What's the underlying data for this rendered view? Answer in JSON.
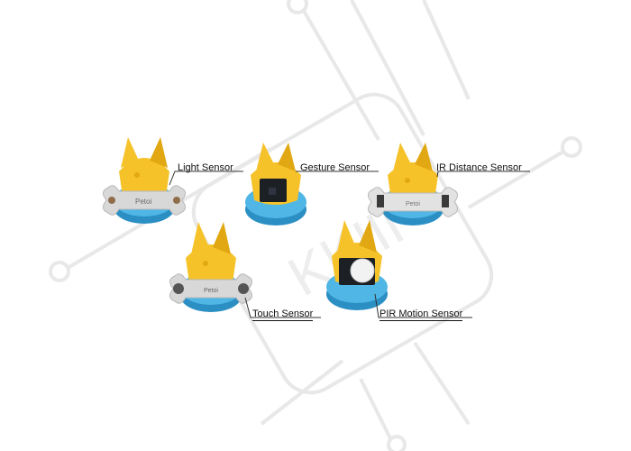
{
  "watermark": {
    "text": "KKIII"
  },
  "colors": {
    "body_yellow": "#f6c22a",
    "body_shadow": "#e1a813",
    "base_blue": "#4fb6e6",
    "base_blue_dark": "#2b8fc4",
    "sensor_board": "#1c1f24",
    "bone_plate": "#d8d8d8",
    "watermark_gray": "#e7e7e7"
  },
  "sensors": [
    {
      "label": "Light Sensor",
      "plate_text": "Petoi"
    },
    {
      "label": "Gesture Sensor"
    },
    {
      "label": "IR Distance Sensor",
      "plate_text": "Petoi"
    },
    {
      "label": "Touch Sensor",
      "plate_text": "Petoi"
    },
    {
      "label": "PIR Motion Sensor"
    }
  ]
}
